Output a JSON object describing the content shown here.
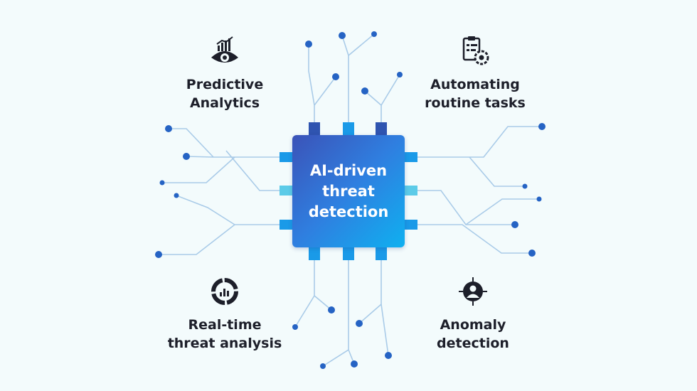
{
  "center": {
    "title": "AI-driven threat detection"
  },
  "features": {
    "predictive": {
      "label_line1": "Predictive",
      "label_line2": "Analytics",
      "icon": "eye-chart-icon"
    },
    "automating": {
      "label_line1": "Automating",
      "label_line2": "routine tasks",
      "icon": "clipboard-gear-icon"
    },
    "realtime": {
      "label_line1": "Real-time",
      "label_line2": "threat analysis",
      "icon": "donut-chart-icon"
    },
    "anomaly": {
      "label_line1": "Anomaly",
      "label_line2": "detection",
      "icon": "target-person-icon"
    }
  },
  "colors": {
    "node": "#2563c4",
    "line": "#a9cbe8",
    "pin_dark": "#2f54b0",
    "pin_mid": "#1a9ae8",
    "pin_light": "#5ccbe8",
    "text": "#1d1f2a"
  }
}
